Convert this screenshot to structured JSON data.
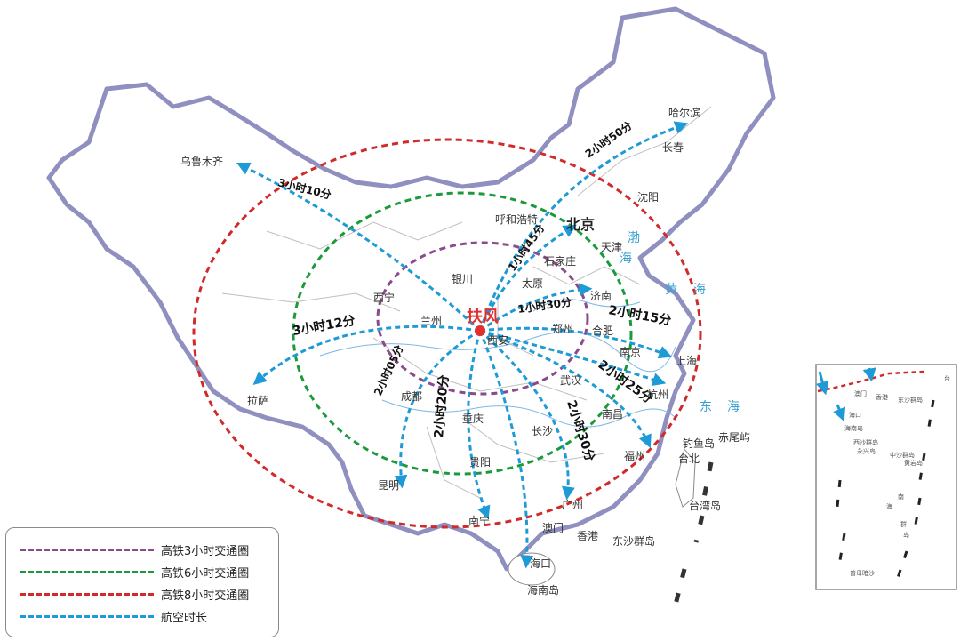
{
  "map": {
    "origin": "扶风",
    "capital": "北京",
    "cities": {
      "urumqi": "乌鲁木齐",
      "harbin": "哈尔滨",
      "changchun": "长春",
      "shenyang": "沈阳",
      "hohhot": "呼和浩特",
      "tianjin": "天津",
      "shijiazhuang": "石家庄",
      "yinchuan": "银川",
      "taiyuan": "太原",
      "xining": "西宁",
      "lanzhou": "兰州",
      "jinan": "济南",
      "zhengzhou": "郑州",
      "xian": "西安",
      "hefei": "合肥",
      "nanjing": "南京",
      "shanghai": "上海",
      "chengdu": "成都",
      "wuhan": "武汉",
      "hangzhou": "杭州",
      "lhasa": "拉萨",
      "chongqing": "重庆",
      "nanchang": "南昌",
      "changsha": "长沙",
      "guiyang": "贵阳",
      "fuzhou": "福州",
      "kunming": "昆明",
      "taibei": "台北",
      "nanning": "南宁",
      "guangzhou": "广州",
      "macau": "澳门",
      "hongkong": "香港",
      "haikou": "海口",
      "hainan_island": "海南岛",
      "taiwan_island": "台湾岛",
      "diaoyu": "钓鱼岛",
      "chiwei": "赤尾屿",
      "dongsha": "东沙群岛"
    },
    "seas": {
      "bohai_1": "渤",
      "bohai_2": "海",
      "yellow_1": "黄",
      "yellow_2": "海",
      "east_1": "东",
      "east_2": "海"
    },
    "routes": {
      "urumqi": "3小时10分",
      "harbin": "2小时50分",
      "beijing": "1小时45分",
      "jinan": "1小时30分",
      "shanghai": "2小时15分",
      "hangzhou": "2小时25分",
      "fuzhou": "2小时30分",
      "guangzhou": "2小时20分",
      "kunming": "2小时05分",
      "lhasa": "3小时12分"
    }
  },
  "inset": {
    "labels": {
      "macau": "澳门",
      "hongkong": "香港",
      "haikou": "海口",
      "dongsha": "东沙群岛",
      "hainan": "海南岛",
      "xisha": "西沙群岛",
      "yongxing": "永兴岛",
      "zhongsha": "中沙群岛",
      "huangyan": "黄岩岛",
      "nan": "南",
      "hai": "海",
      "qun": "群",
      "dao": "岛",
      "zengmu": "曾母暗沙",
      "tai": "台"
    }
  },
  "legend": {
    "items": [
      {
        "label": "高铁3小时交通圈",
        "color": "#8b4a8b"
      },
      {
        "label": "高铁6小时交通圈",
        "color": "#1a9a3a"
      },
      {
        "label": "高铁8小时交通圈",
        "color": "#d02a2a"
      },
      {
        "label": "航空时长",
        "color": "#1e9ad6"
      }
    ]
  }
}
